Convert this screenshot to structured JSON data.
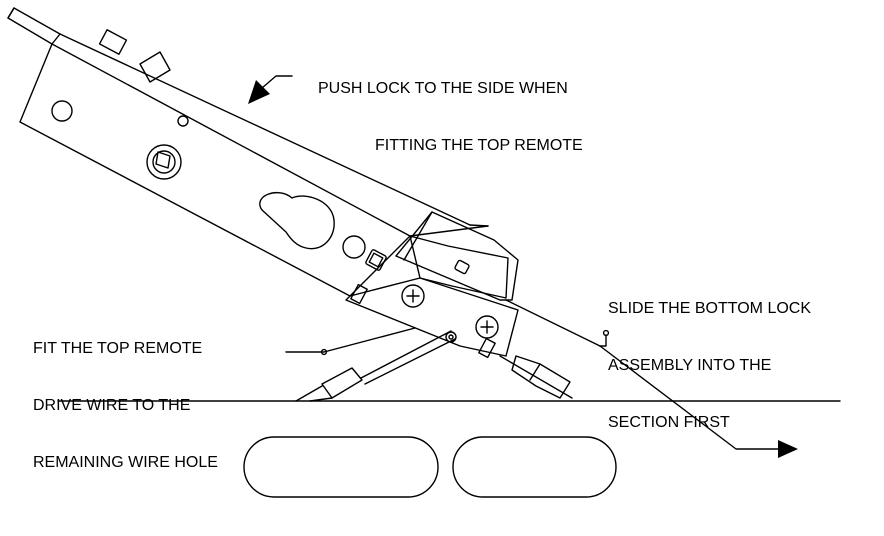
{
  "annotations": {
    "push_lock": {
      "lines": [
        "PUSH LOCK TO THE SIDE WHEN",
        "FITTING THE TOP REMOTE"
      ]
    },
    "fit_wire": {
      "lines": [
        "FIT THE TOP REMOTE",
        "DRIVE WIRE TO THE",
        "REMAINING WIRE HOLE"
      ]
    },
    "slide_lock": {
      "lines": [
        "SLIDE THE BOTTOM LOCK",
        "ASSEMBLY INTO THE",
        "SECTION FIRST"
      ]
    }
  },
  "colors": {
    "line": "#000000",
    "background": "#ffffff"
  }
}
